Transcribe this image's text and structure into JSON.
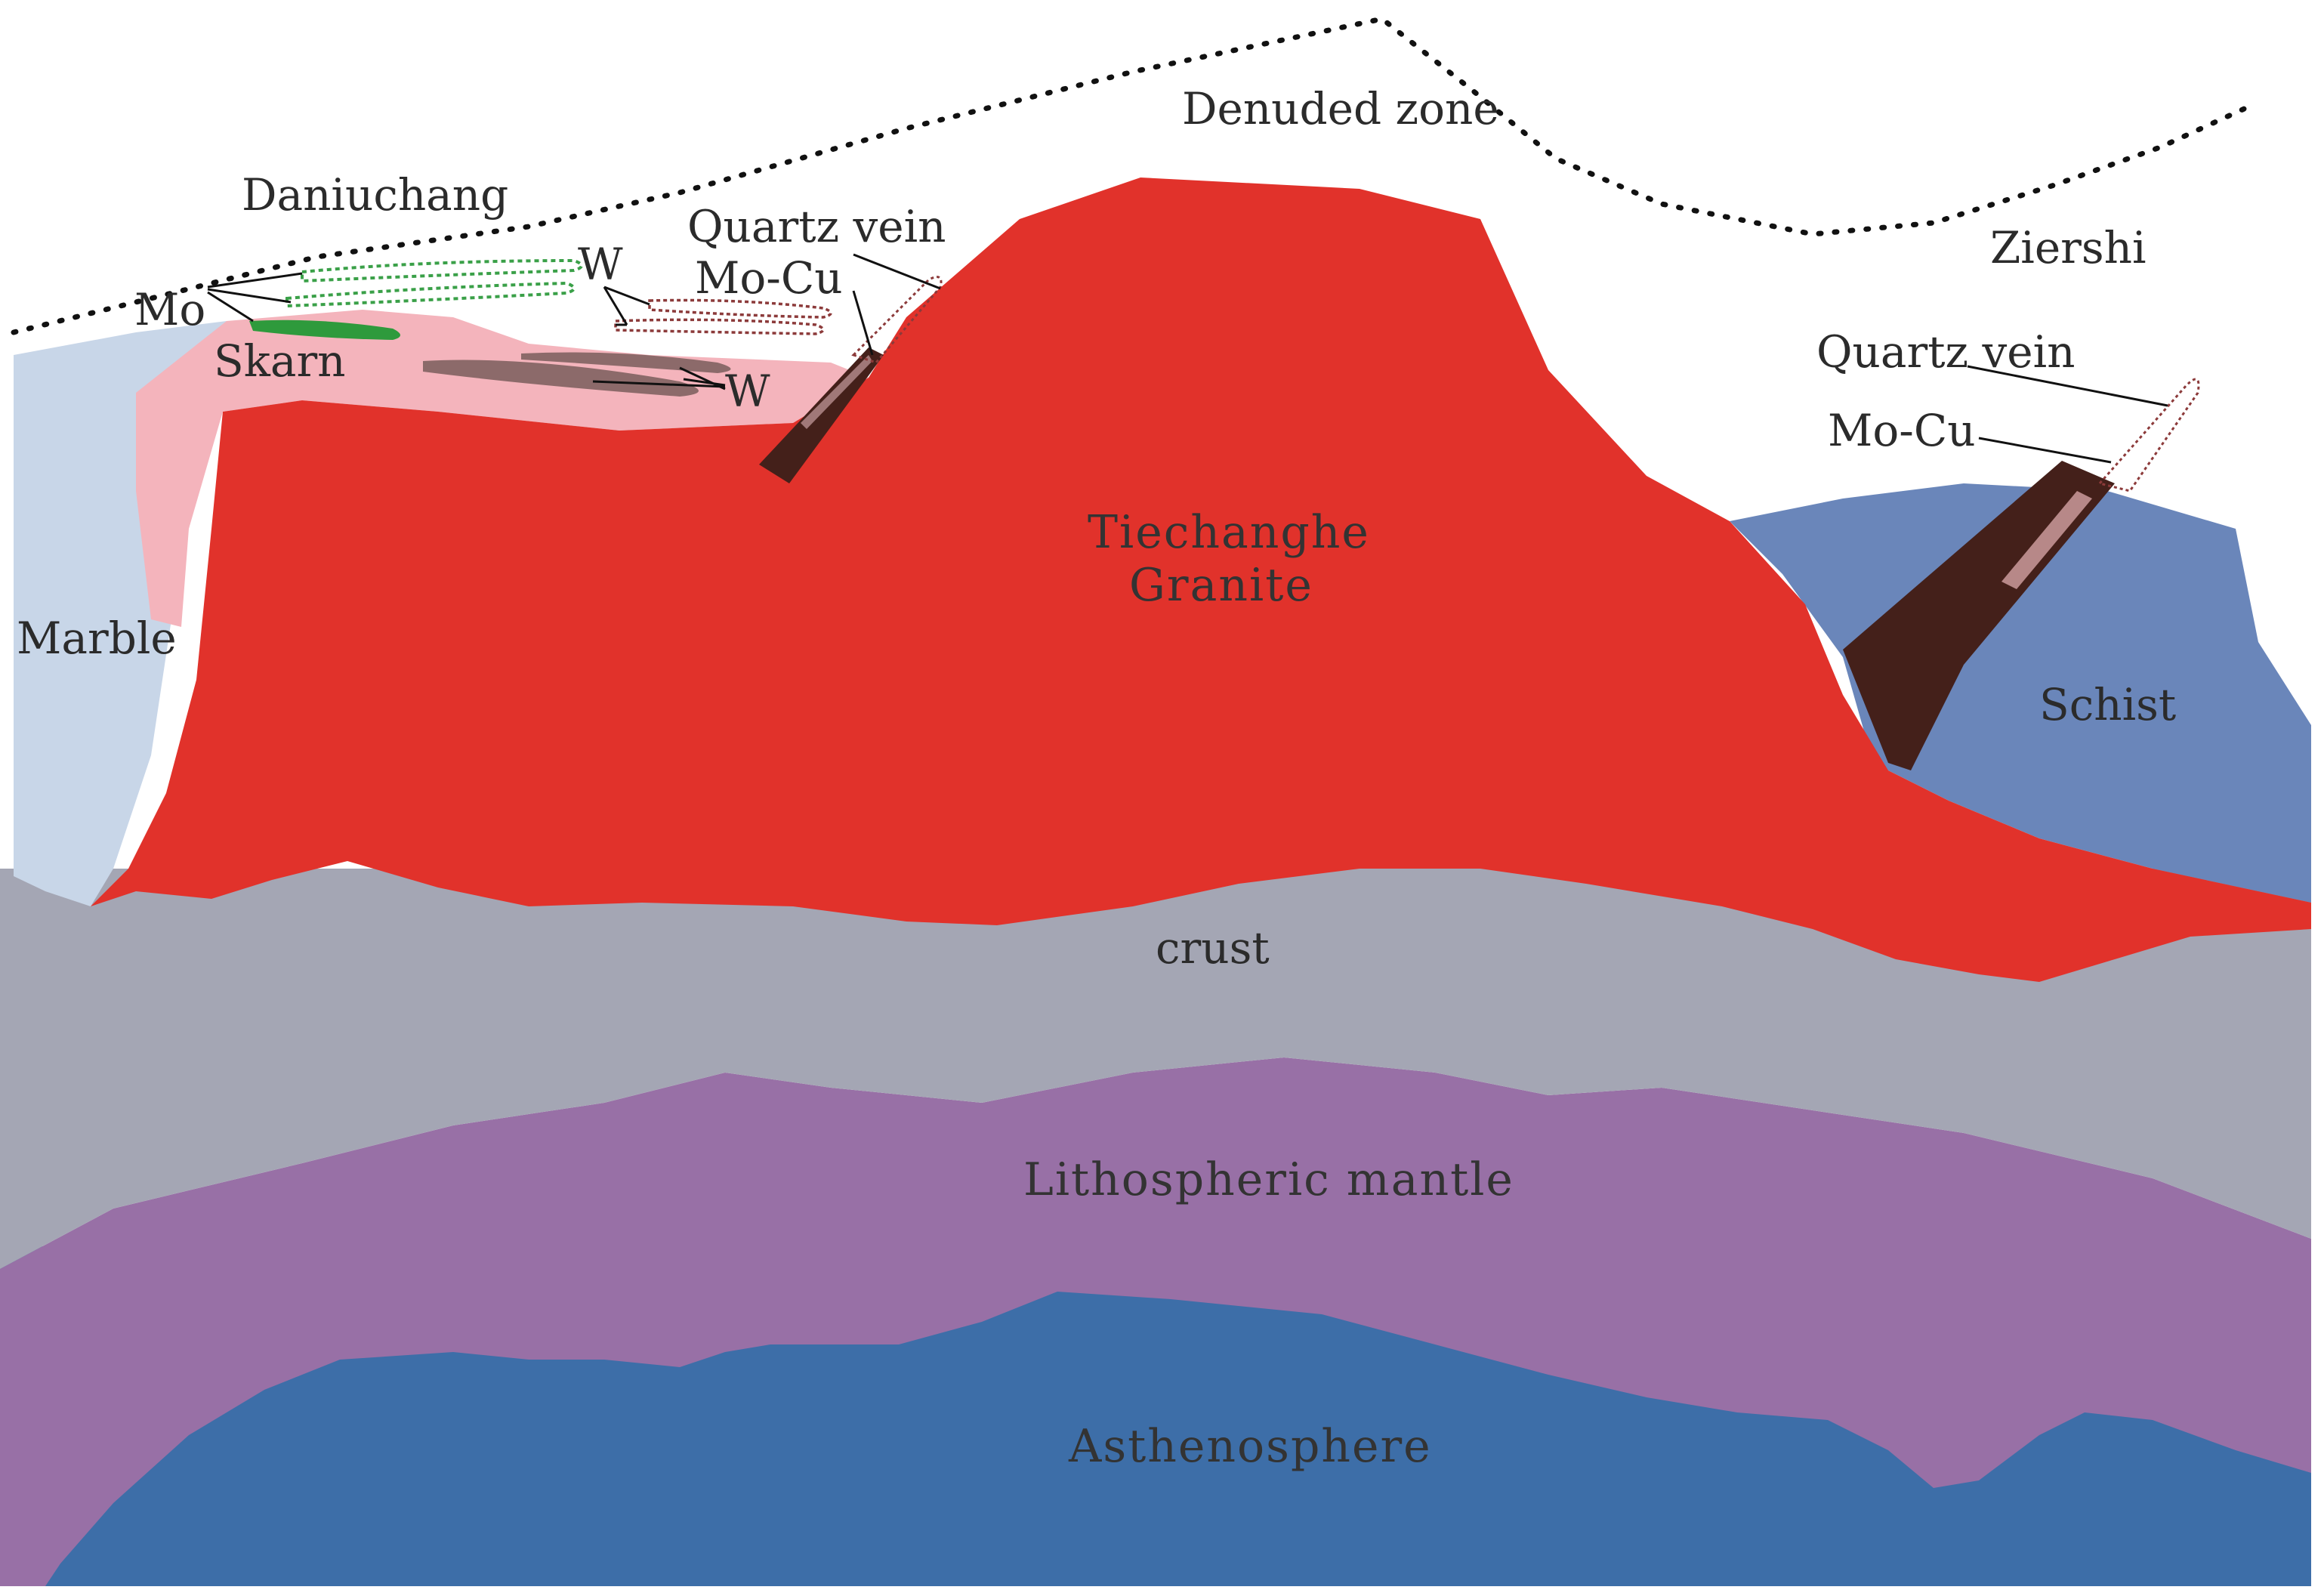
{
  "labels": {
    "denuded_zone": "Denuded zone",
    "daniuchang": "Daniuchang",
    "ziershi": "Ziershi",
    "mo": "Mo",
    "w_upper": "W",
    "w_lower": "W",
    "skarn": "Skarn",
    "quartz_vein_left": "Quartz vein",
    "mo_cu_left": "Mo-Cu",
    "quartz_vein_right": "Quartz vein",
    "mo_cu_right": "Mo-Cu",
    "marble": "Marble",
    "granite_line1": "Tiechanghe",
    "granite_line2": "Granite",
    "schist": "Schist",
    "crust": "crust",
    "lithospheric_mantle": "Lithospheric mantle",
    "asthenosphere": "Asthenosphere"
  },
  "colors": {
    "asthenosphere": "#3d6ea8",
    "lithospheric_mantle": "#9870a6",
    "crust": "#a4a6b4",
    "granite": "#e1322b",
    "marble": "#c8d6e8",
    "skarn": "#f4b4bc",
    "schist": "#6a86ba",
    "vein": "#44201a",
    "mo_orebody": "#2e9a3c",
    "w_orebody": "#8c6a6a"
  }
}
